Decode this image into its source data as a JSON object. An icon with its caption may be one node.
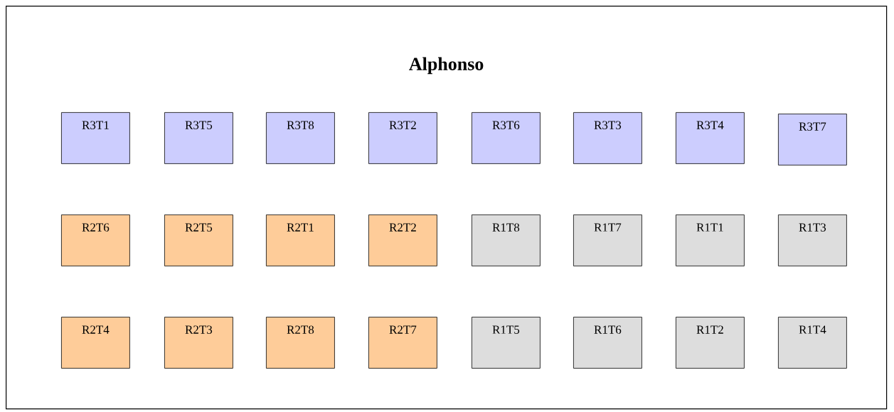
{
  "diagram": {
    "nodes": [
      {
        "text": [
          "Alphonso"
        ]
      },
      {
        "text": [
          "R3T1"
        ],
        "in": 0
      },
      {
        "text": [
          "R3T5"
        ],
        "in": 0
      },
      {
        "text": [
          "R3T8"
        ],
        "in": 0
      },
      {
        "text": [
          "R3T2"
        ],
        "in": 0
      },
      {
        "text": [
          "R3T6"
        ],
        "in": 0
      },
      {
        "text": [
          "R3T3"
        ],
        "in": 0
      },
      {
        "text": [
          "R3T4"
        ],
        "in": 0
      },
      {
        "text": [
          "R3T7"
        ],
        "in": 0
      },
      {
        "text": [
          "R2T6"
        ],
        "in": 0
      },
      {
        "text": [
          "R2T5"
        ],
        "in": 0
      },
      {
        "text": [
          "R2T1"
        ],
        "in": 0
      },
      {
        "text": [
          "R2T2"
        ],
        "in": 0
      },
      {
        "text": [
          "R1T8"
        ],
        "in": 0
      },
      {
        "text": [
          "R1T7"
        ],
        "in": 0
      },
      {
        "text": [
          "R1T1"
        ],
        "in": 0
      },
      {
        "text": [
          "R1T3"
        ],
        "in": 0
      },
      {
        "text": [
          "R2T4"
        ],
        "in": 0
      },
      {
        "text": [
          "R2T3"
        ],
        "in": 0
      },
      {
        "text": [
          "R2T8"
        ],
        "in": 0
      },
      {
        "text": [
          "R2T7"
        ],
        "in": 0
      },
      {
        "text": [
          "R1T5"
        ],
        "in": 0
      },
      {
        "text": [
          "R1T6"
        ],
        "in": 0
      },
      {
        "text": [
          "R1T2"
        ],
        "in": 0
      },
      {
        "text": [
          "R1T4"
        ],
        "in": 0
      }
    ]
  }
}
